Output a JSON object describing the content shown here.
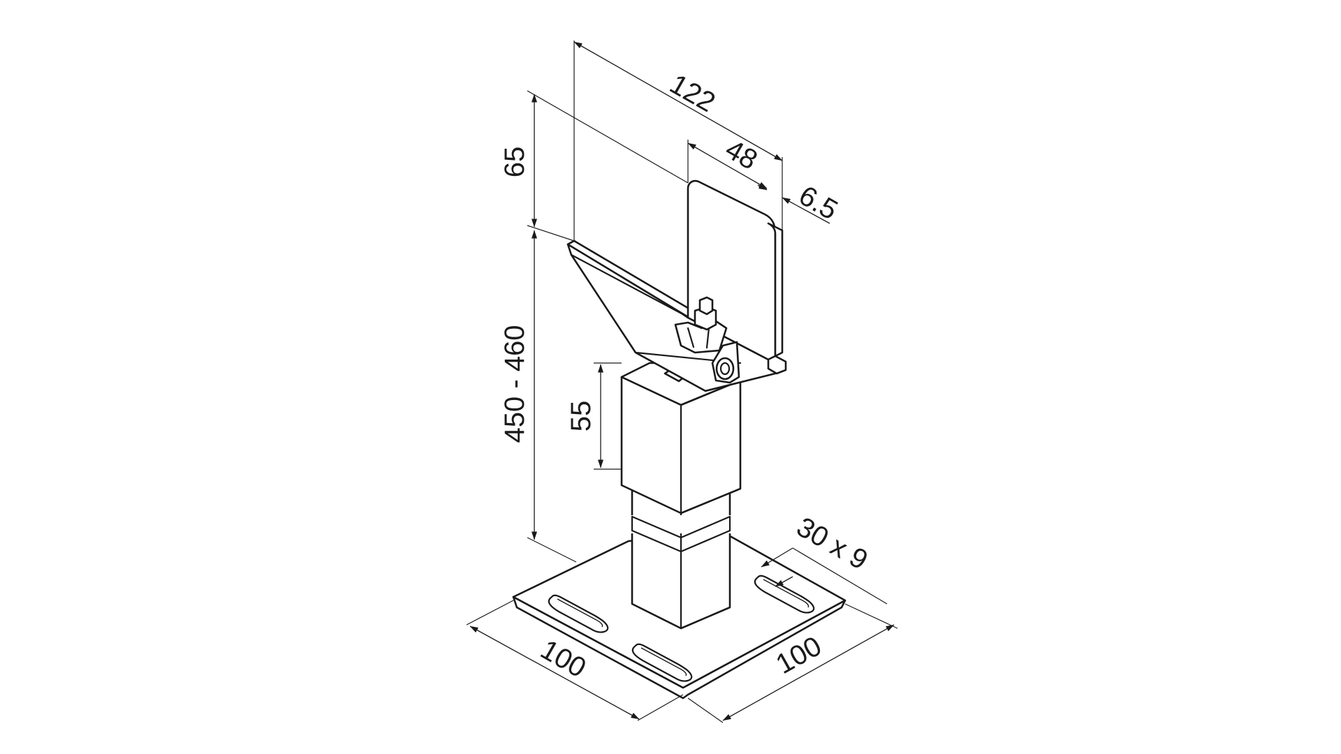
{
  "drawing": {
    "dimensions": {
      "overall_length": "122",
      "top_height": "65",
      "plate_width": "48",
      "plate_thickness": "6.5",
      "adjust_height": "450 - 460",
      "sleeve_height": "55",
      "slot_size": "30 x 9",
      "base_depth": "100",
      "base_width": "100"
    }
  }
}
